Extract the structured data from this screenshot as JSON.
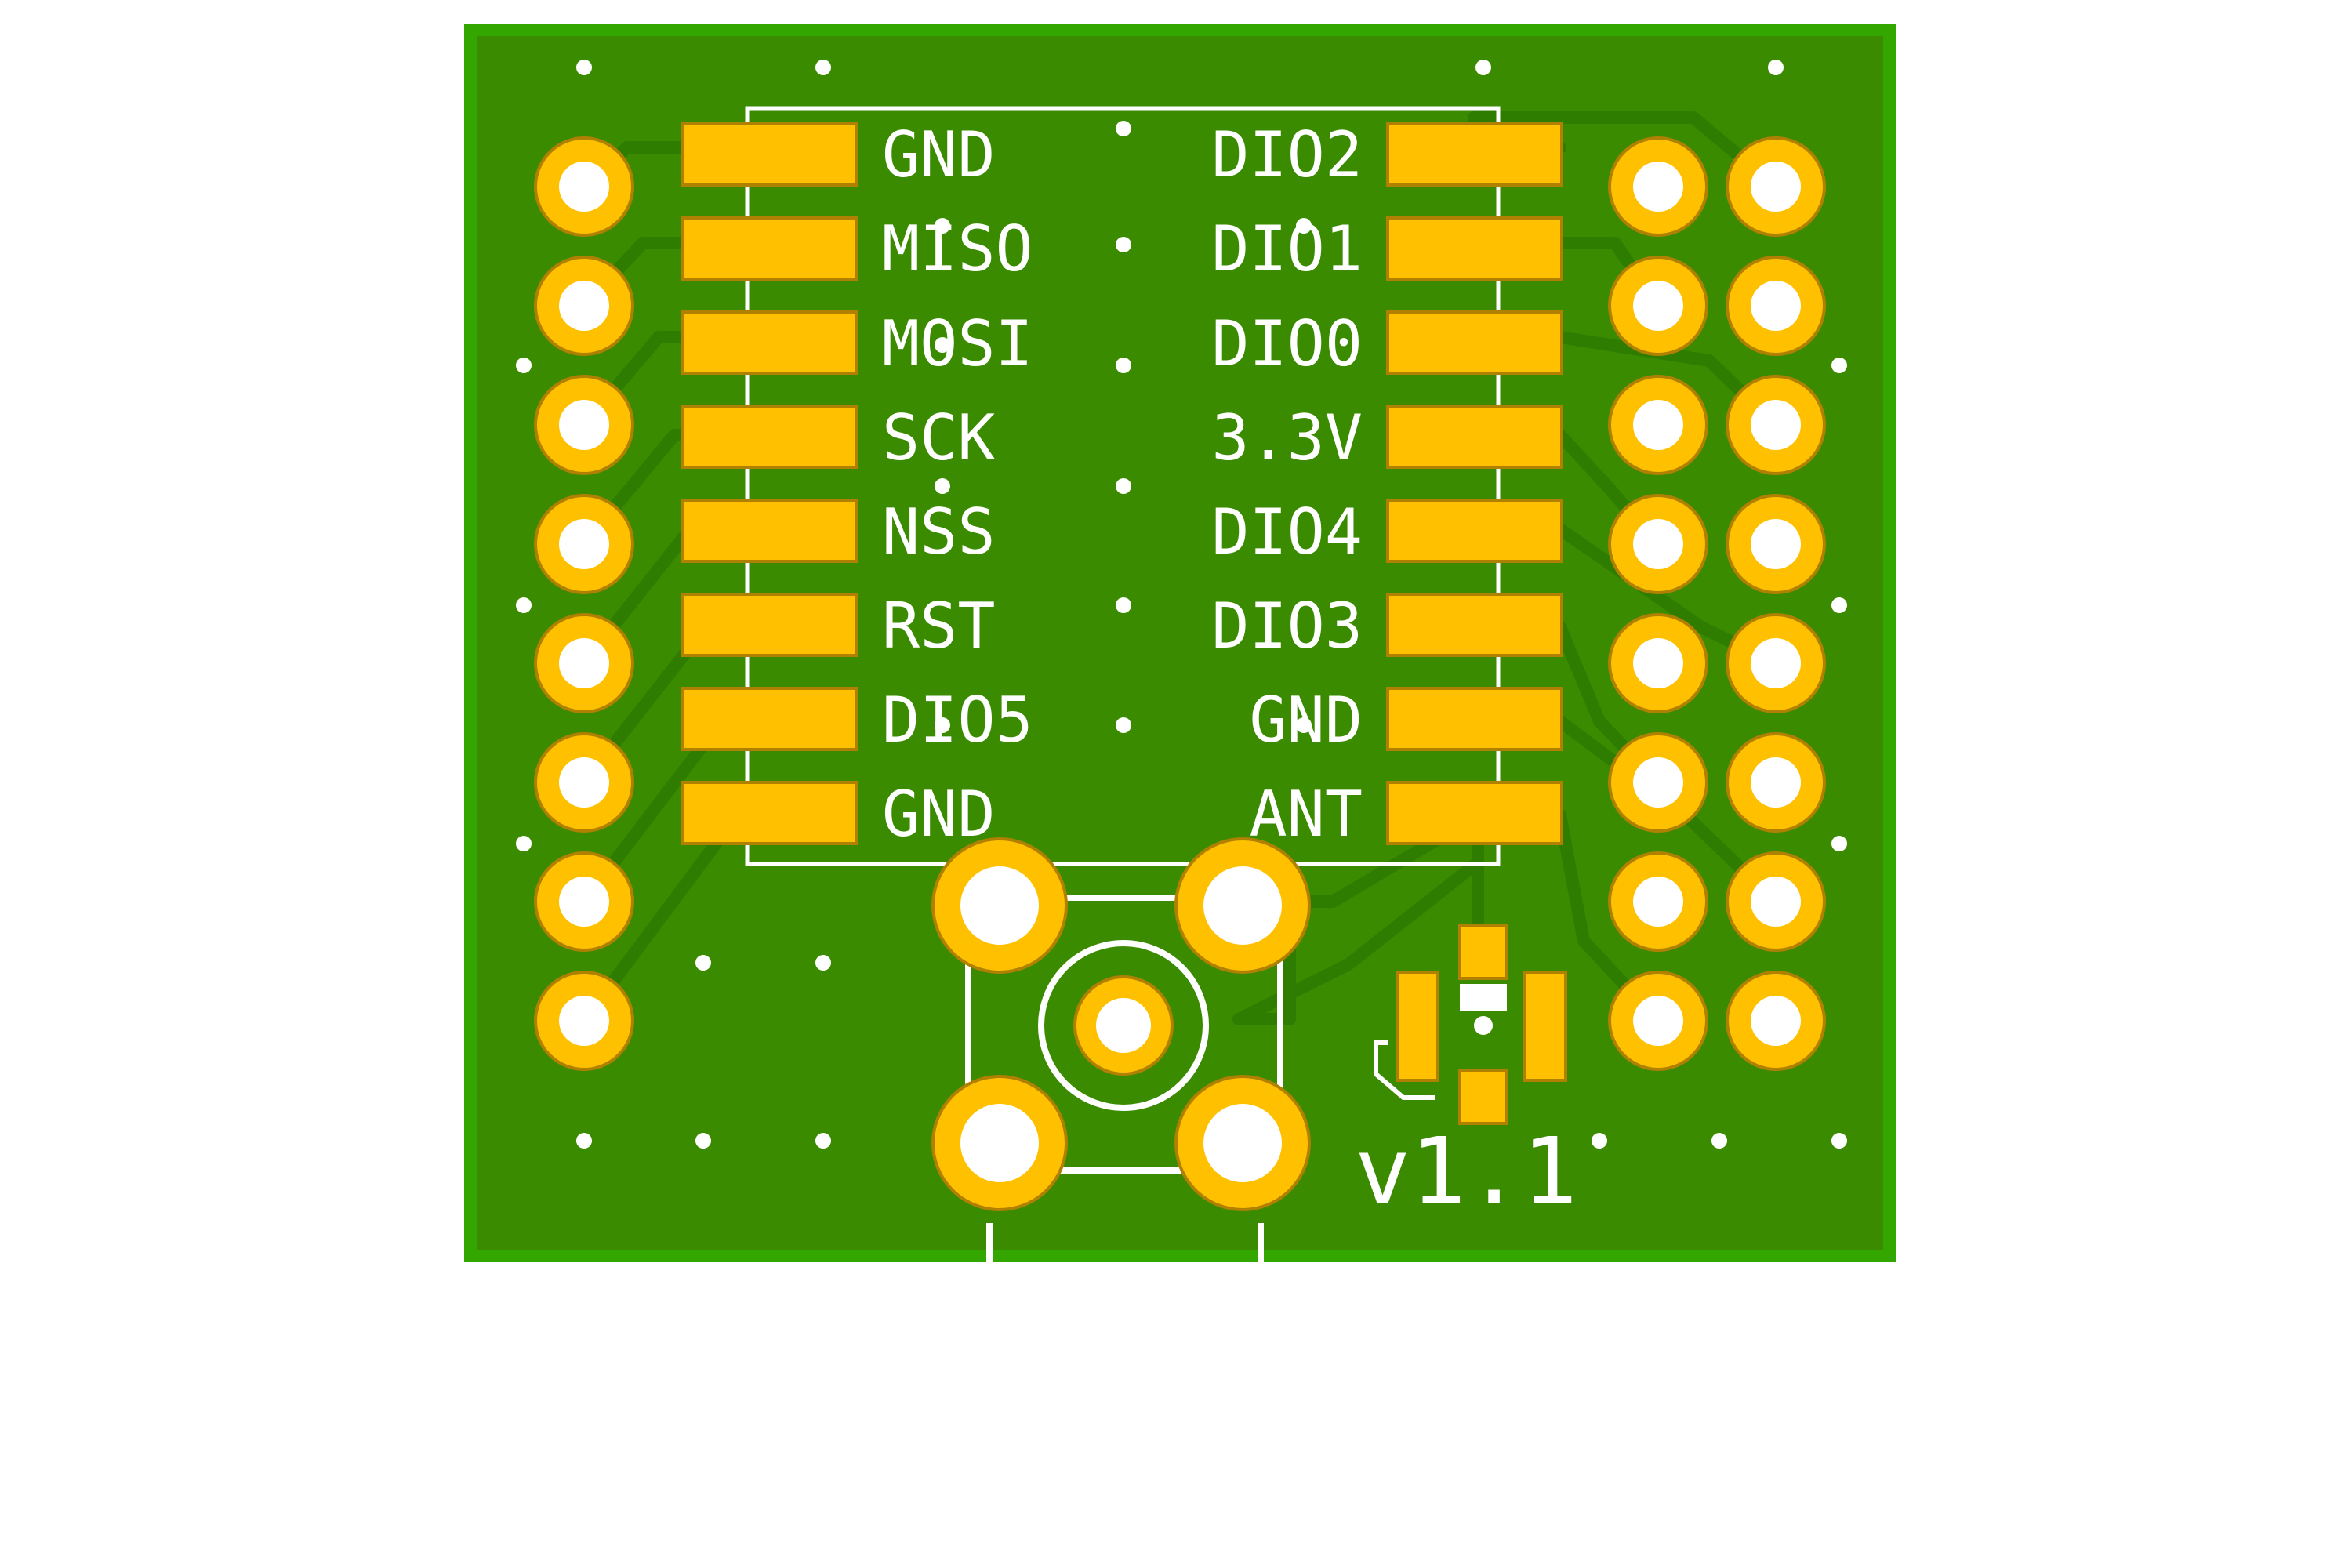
{
  "board": {
    "version": "v1.1",
    "colors": {
      "background": "#ffffff",
      "board_fill": "#3a8b00",
      "board_edge": "#33a600",
      "copper_trace": "#2e7d00",
      "pad": "#ffc000",
      "pad_outline": "#b08000",
      "drill": "#ffffff",
      "silkscreen": "#ffffff"
    }
  },
  "module": {
    "left_pins": [
      "GND",
      "MISO",
      "MOSI",
      "SCK",
      "NSS",
      "RST",
      "DIO5",
      "GND"
    ],
    "right_pins": [
      "DIO2",
      "DIO1",
      "DIO0",
      "3.3V",
      "DIO4",
      "DIO3",
      "GND",
      "ANT"
    ]
  },
  "icons": {
    "antenna_connector": "sma-edge-connector-icon",
    "smd_component": "smd-component-icon"
  }
}
